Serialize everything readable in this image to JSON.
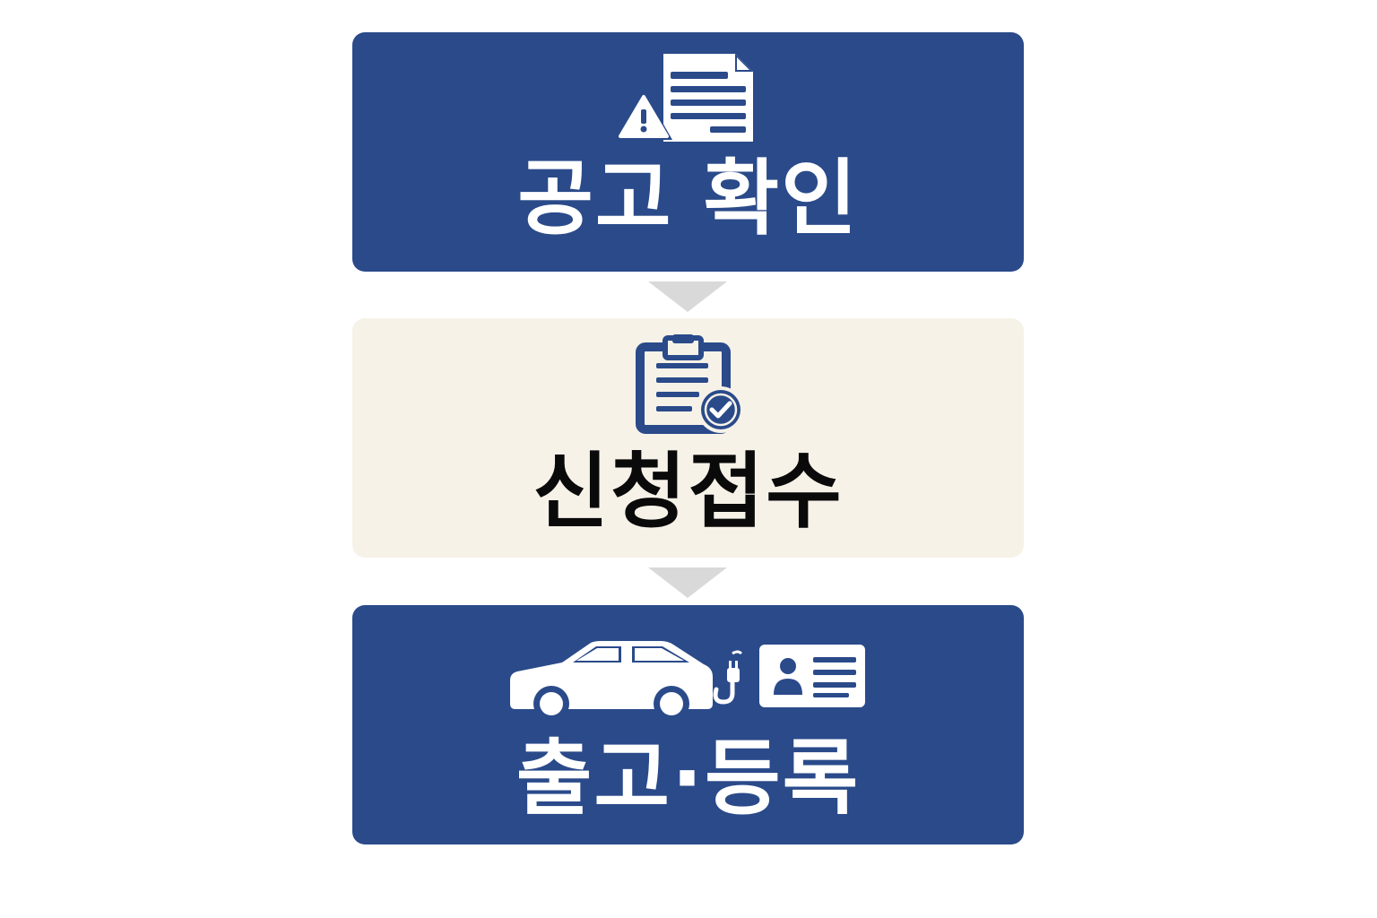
{
  "steps": [
    {
      "label": "공고 확인",
      "icon": "warning-document-icon",
      "style": "blue"
    },
    {
      "label": "신청접수",
      "icon": "clipboard-check-icon",
      "style": "cream"
    },
    {
      "label": "출고·등록",
      "icon": "car-charger-id-card-icon",
      "style": "blue"
    }
  ],
  "colors": {
    "primary": "#2a4a8a",
    "cream": "#f6f2e8",
    "arrow": "#d9d9d9",
    "text_light": "#ffffff",
    "text_dark": "#0a0a0a"
  }
}
